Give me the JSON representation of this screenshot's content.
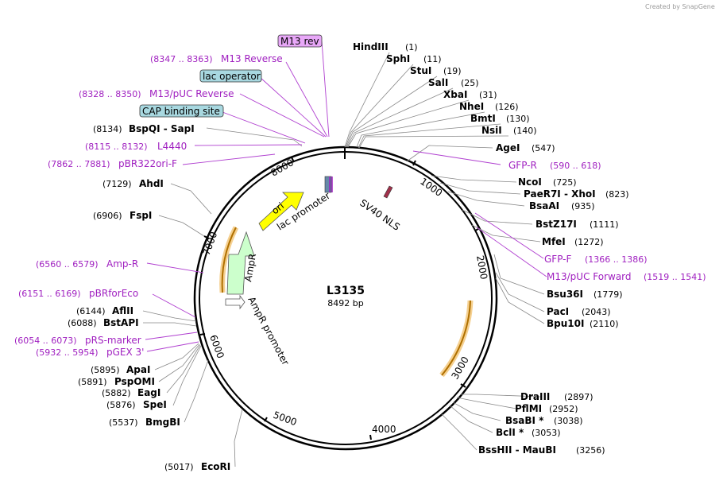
{
  "plasmid": {
    "name": "L3135",
    "length": "8492 bp"
  },
  "credit": "Created by SnapGene",
  "enzymes_top_right": [
    {
      "name": "HindIII",
      "pos": "(1)"
    },
    {
      "name": "SphI",
      "pos": "(11)"
    },
    {
      "name": "StuI",
      "pos": "(19)"
    },
    {
      "name": "SalI",
      "pos": "(25)"
    },
    {
      "name": "XbaI",
      "pos": "(31)"
    },
    {
      "name": "NheI",
      "pos": "(126)"
    },
    {
      "name": "BmtI",
      "pos": "(130)"
    },
    {
      "name": "NsiI",
      "pos": "(140)"
    },
    {
      "name": "AgeI",
      "pos": "(547)"
    },
    {
      "name": "NcoI",
      "pos": "(725)"
    },
    {
      "name": "PaeR7I - XhoI",
      "pos": "(823)"
    },
    {
      "name": "BsaAI",
      "pos": "(935)"
    },
    {
      "name": "BstZ17I",
      "pos": "(1111)"
    },
    {
      "name": "MfeI",
      "pos": "(1272)"
    },
    {
      "name": "Bsu36I",
      "pos": "(1779)"
    },
    {
      "name": "PacI",
      "pos": "(2043)"
    },
    {
      "name": "Bpu10I",
      "pos": "(2110)"
    },
    {
      "name": "DraIII",
      "pos": "(2897)"
    },
    {
      "name": "PflMI",
      "pos": "(2952)"
    },
    {
      "name": "BsaBI *",
      "pos": "(3038)"
    },
    {
      "name": "BclI *",
      "pos": "(3053)"
    },
    {
      "name": "BssHII - MauBI",
      "pos": "(3256)"
    }
  ],
  "enzymes_left": [
    {
      "name": "BspQI - SapI",
      "pos": "(8134)"
    },
    {
      "name": "AhdI",
      "pos": "(7129)"
    },
    {
      "name": "FspI",
      "pos": "(6906)"
    },
    {
      "name": "AflII",
      "pos": "(6144)"
    },
    {
      "name": "BstAPI",
      "pos": "(6088)"
    },
    {
      "name": "ApaI",
      "pos": "(5895)"
    },
    {
      "name": "PspOMI",
      "pos": "(5891)"
    },
    {
      "name": "EagI",
      "pos": "(5882)"
    },
    {
      "name": "SpeI",
      "pos": "(5876)"
    },
    {
      "name": "BmgBI",
      "pos": "(5537)"
    },
    {
      "name": "EcoRI",
      "pos": "(5017)"
    }
  ],
  "primers_right": [
    {
      "name": "GFP-R",
      "range": "(590 .. 618)"
    },
    {
      "name": "GFP-F",
      "range": "(1366 .. 1386)"
    },
    {
      "name": "M13/pUC Forward",
      "range": "(1519 .. 1541)"
    }
  ],
  "primers_left": [
    {
      "name": "M13 Reverse",
      "range": "(8347 .. 8363)"
    },
    {
      "name": "M13/pUC Reverse",
      "range": "(8328 .. 8350)"
    },
    {
      "name": "L4440",
      "range": "(8115 .. 8132)"
    },
    {
      "name": "pBR322ori-F",
      "range": "(7862 .. 7881)"
    },
    {
      "name": "Amp-R",
      "range": "(6560 .. 6579)"
    },
    {
      "name": "pBRforEco",
      "range": "(6151 .. 6169)"
    },
    {
      "name": "pRS-marker",
      "range": "(6054 .. 6073)"
    },
    {
      "name": "pGEX 3'",
      "range": "(5932 .. 5954)"
    }
  ],
  "boxed_labels": {
    "m13rev": "M13 rev",
    "lac_operator": "lac operator",
    "cap": "CAP binding site"
  },
  "features": {
    "ori": "ori",
    "lac_promoter": "lac promoter",
    "sv40": "SV40 NLS",
    "ampr": "AmpR",
    "ampr_promoter": "AmpR promoter"
  },
  "ticks": [
    "1000",
    "2000",
    "3000",
    "4000",
    "5000",
    "6000",
    "7000",
    "8000"
  ],
  "colors": {
    "primer": "#a020c0",
    "ori": "#ffff00",
    "ampr": "#ccffcc",
    "orf": "#f0a000",
    "box_purple": "#e8a8f8",
    "box_teal": "#a8d8e0"
  }
}
